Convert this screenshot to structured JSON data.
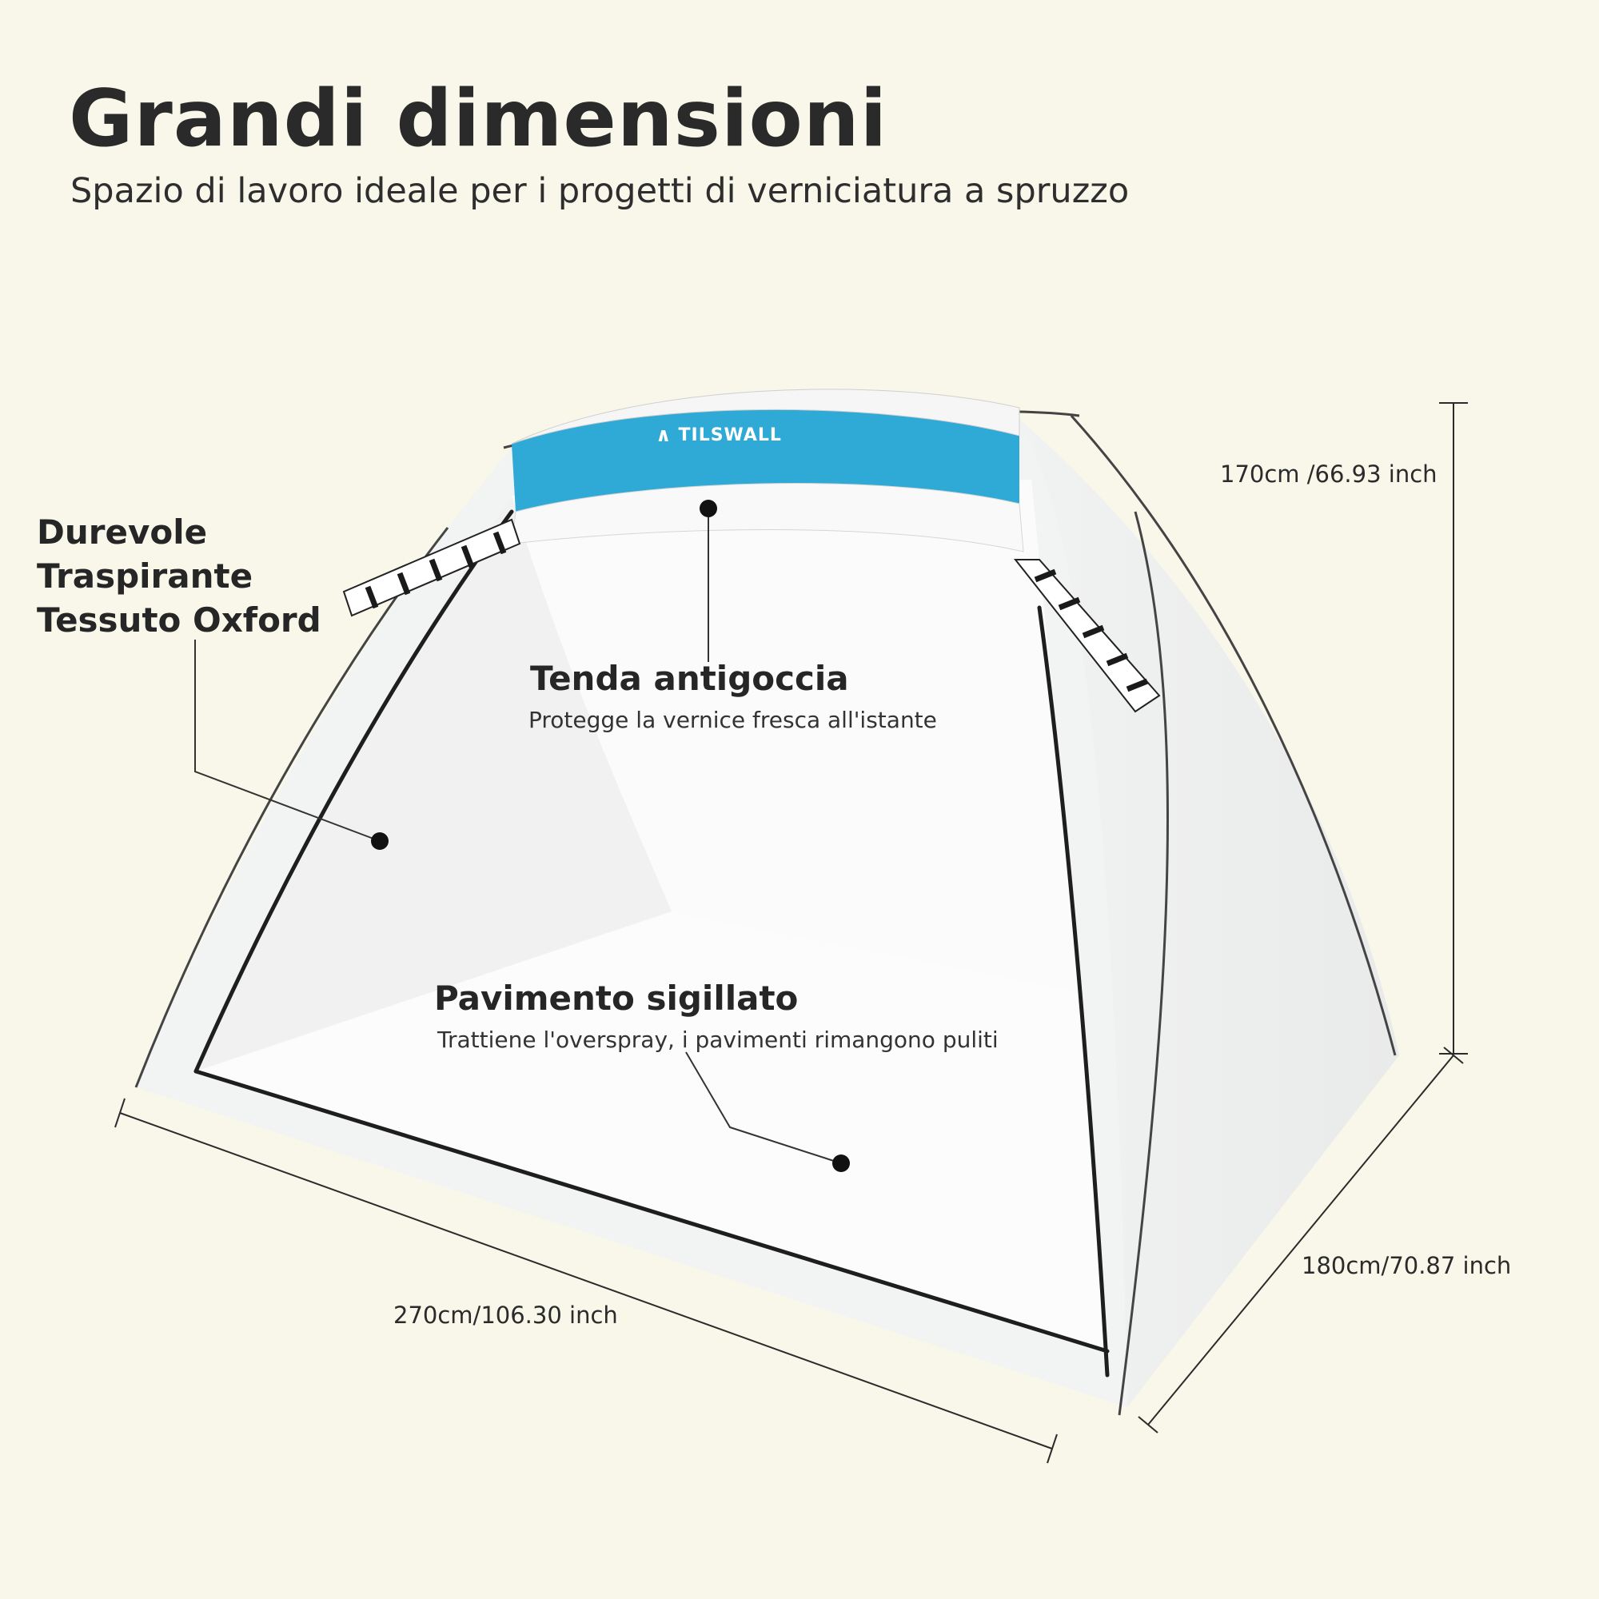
{
  "header": {
    "title": "Grandi dimensioni",
    "subtitle": "Spazio di lavoro ideale per i progetti di verniciatura a spruzzo"
  },
  "brand": {
    "name": "TILSWALL",
    "logo_icon": "tilswall-logo-icon"
  },
  "callouts": {
    "fabric": [
      "Durevole",
      "Traspirante",
      "Tessuto Oxford"
    ],
    "drip_tent": {
      "title": "Tenda antigoccia",
      "desc": "Protegge la vernice fresca all'istante"
    },
    "floor": {
      "title": "Pavimento sigillato",
      "desc": "Trattiene l'overspray, i pavimenti rimangono puliti"
    }
  },
  "dimensions": {
    "height": "170cm /66.93 inch",
    "depth": "180cm/70.87 inch",
    "width": "270cm/106.30 inch"
  },
  "colors": {
    "background": "#f8f7ea",
    "accent_band": "#2fa9d6",
    "tent": "#f4f5f4",
    "frame": "#1f1f1f"
  }
}
